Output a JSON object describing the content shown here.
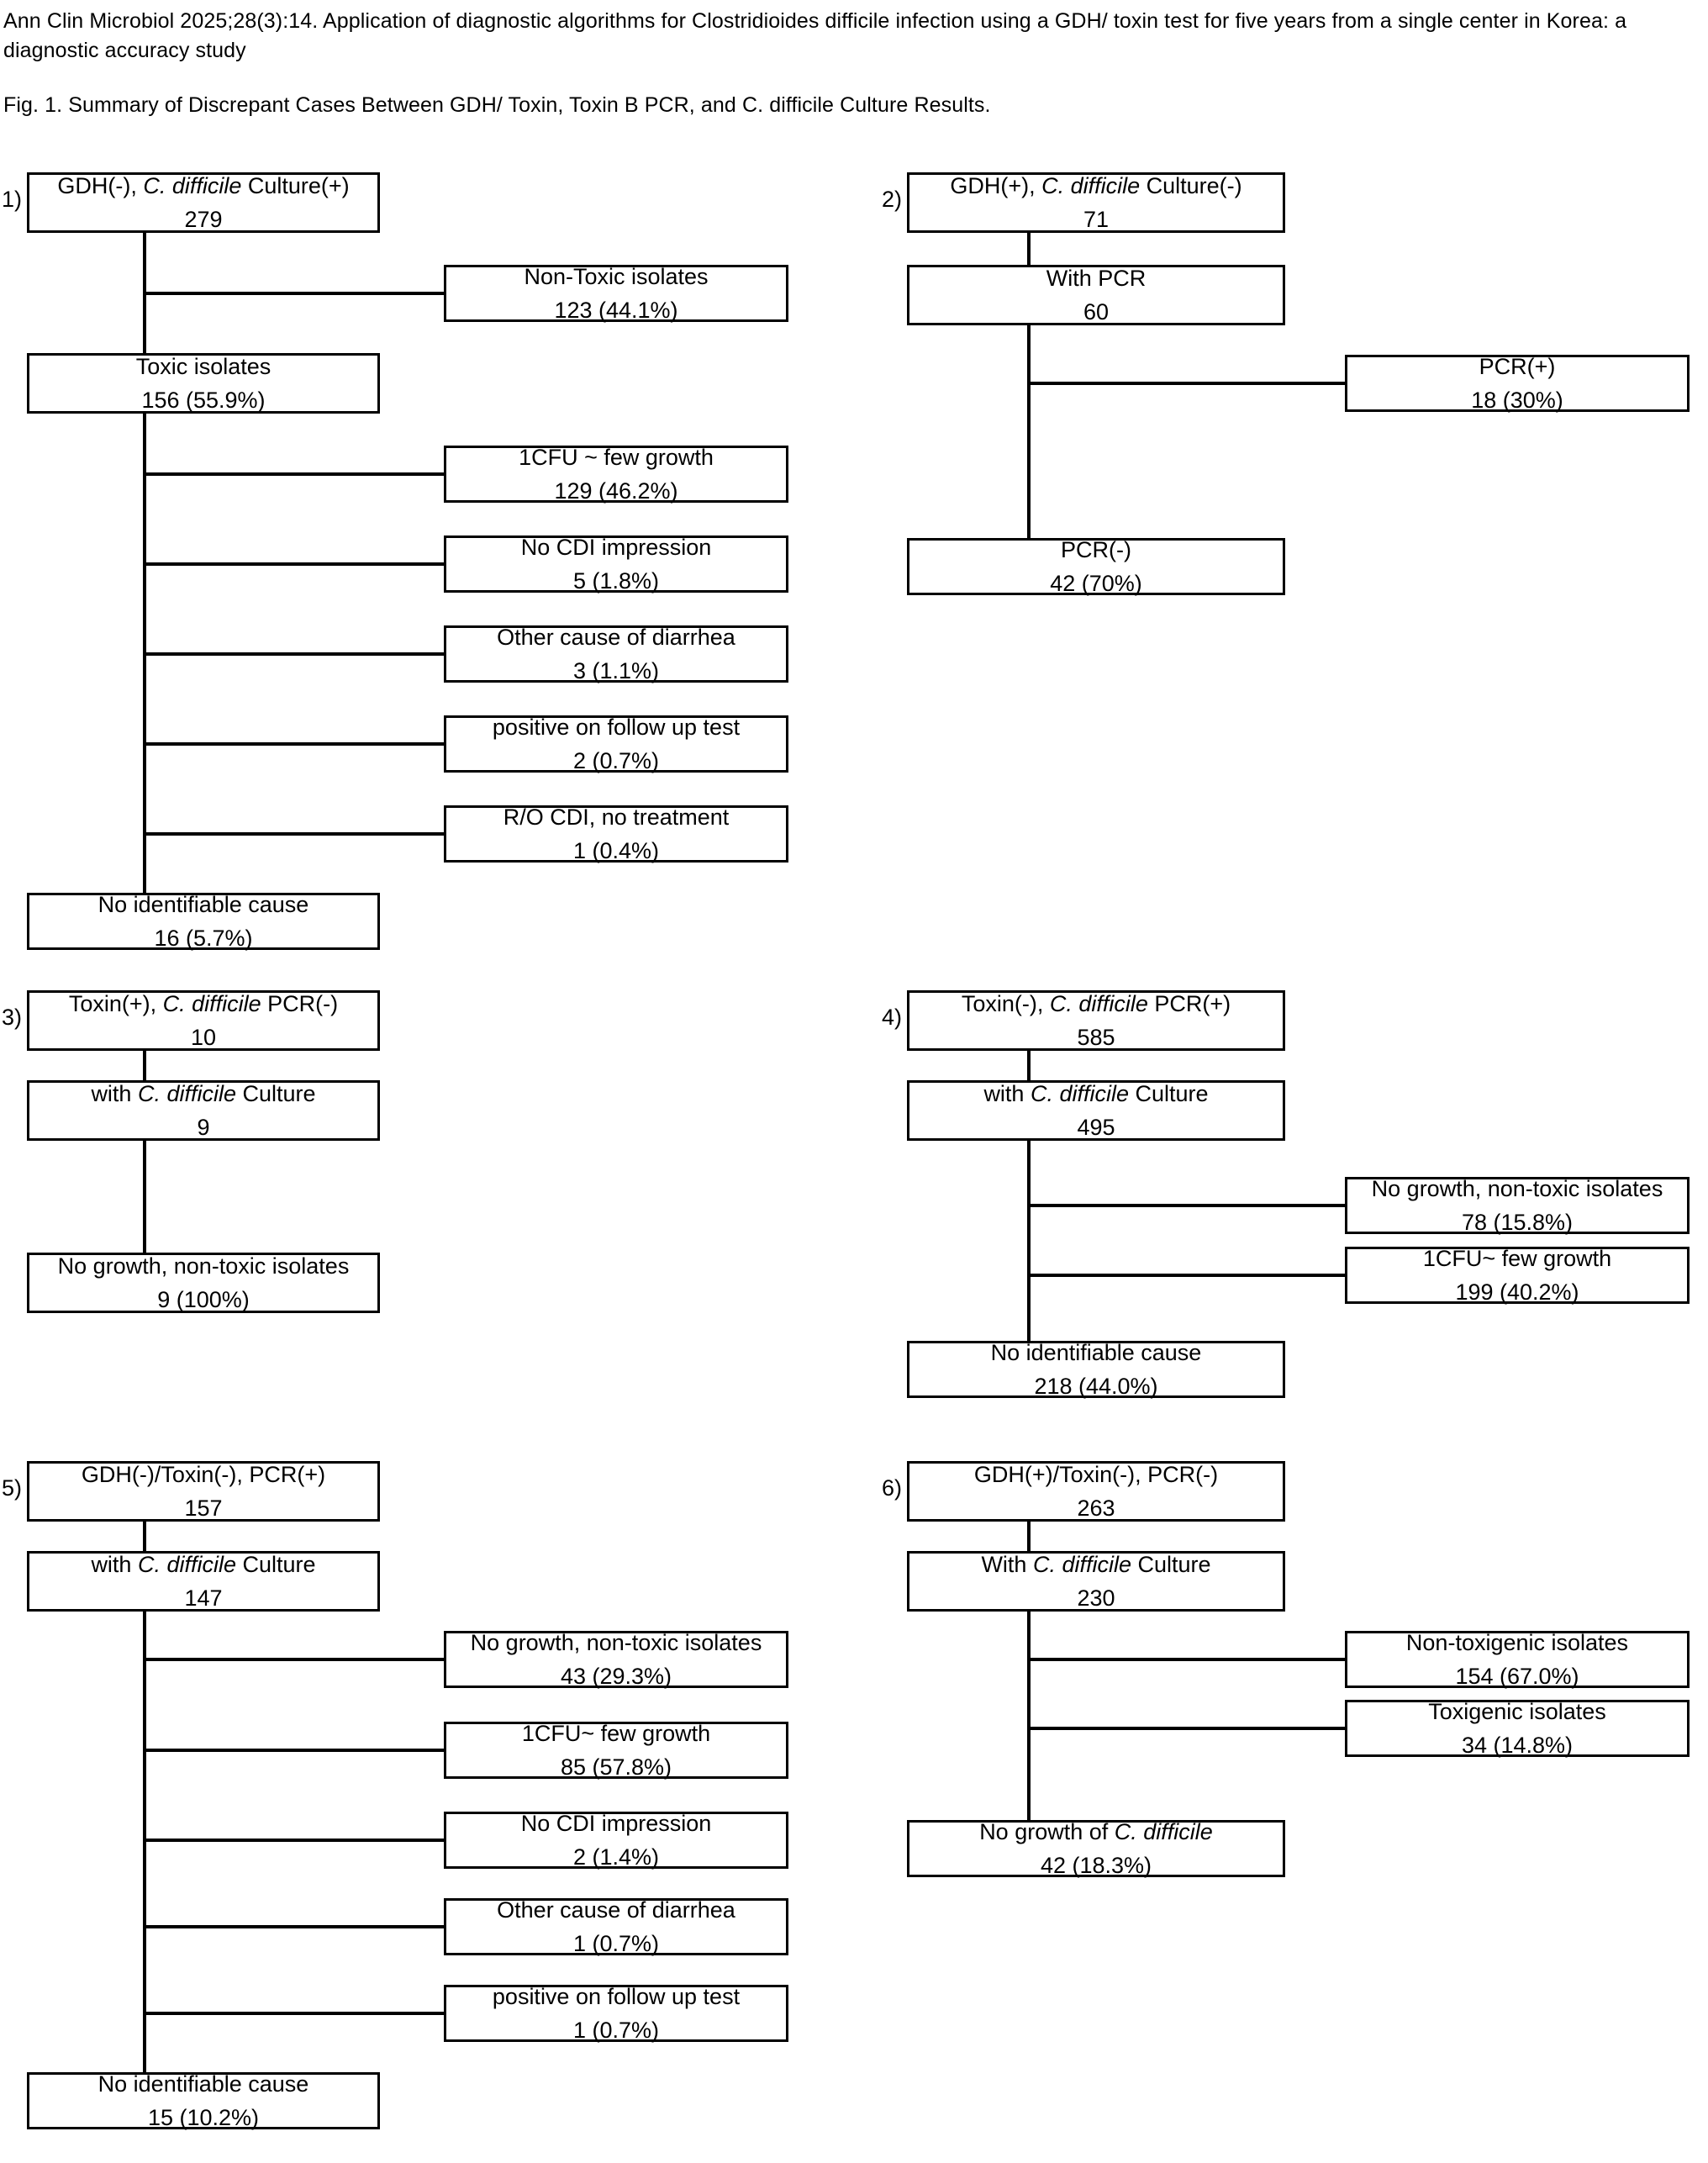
{
  "header": {
    "citation": "Ann Clin Microbiol 2025;28(3):14. Application of diagnostic algorithms for Clostridioides difficile infection using a GDH/ toxin test for five years from a single center in Korea: a diagnostic accuracy study",
    "figure_caption": "Fig. 1. Summary of Discrepant Cases Between GDH/ Toxin, Toxin B PCR, and C. difficile Culture Results."
  },
  "sections": [
    {
      "index": "1)",
      "root": {
        "title_pre": "GDH(-), ",
        "title_italic": "C. difficile",
        "title_post": " Culture(+)",
        "value": "279"
      },
      "nodes": [
        {
          "label": "Non-Toxic isolates",
          "value": "123 (44.1%)"
        },
        {
          "label": "Toxic isolates",
          "value": "156 (55.9%)"
        },
        {
          "label": "1CFU ~ few growth",
          "value": "129 (46.2%)"
        },
        {
          "label": "No CDI impression",
          "value": "5 (1.8%)"
        },
        {
          "label": "Other cause of diarrhea",
          "value": "3 (1.1%)"
        },
        {
          "label": "positive on follow up test",
          "value": "2 (0.7%)"
        },
        {
          "label": "R/O CDI, no treatment",
          "value": "1 (0.4%)"
        },
        {
          "label": "No identifiable cause",
          "value": "16 (5.7%)"
        }
      ]
    },
    {
      "index": "2)",
      "root": {
        "title_pre": "GDH(+), ",
        "title_italic": "C. difficile",
        "title_post": " Culture(-)",
        "value": "71"
      },
      "nodes": [
        {
          "label": "With PCR",
          "value": "60"
        },
        {
          "label": "PCR(+)",
          "value": "18 (30%)"
        },
        {
          "label": "PCR(-)",
          "value": "42 (70%)"
        }
      ]
    },
    {
      "index": "3)",
      "root": {
        "title_pre": "Toxin(+), ",
        "title_italic": "C. difficile",
        "title_post": " PCR(-)",
        "value": "10"
      },
      "nodes": [
        {
          "label_pre": "with ",
          "label_italic": "C. difficile",
          "label_post": " Culture",
          "value": "9"
        },
        {
          "label": "No growth, non-toxic isolates",
          "value": "9 (100%)"
        }
      ]
    },
    {
      "index": "4)",
      "root": {
        "title_pre": "Toxin(-), ",
        "title_italic": "C. difficile",
        "title_post": " PCR(+)",
        "value": "585"
      },
      "nodes": [
        {
          "label_pre": "with ",
          "label_italic": "C. difficile",
          "label_post": " Culture",
          "value": "495"
        },
        {
          "label": "No growth, non-toxic isolates",
          "value": "78 (15.8%)"
        },
        {
          "label": "1CFU~ few growth",
          "value": "199 (40.2%)"
        },
        {
          "label": "No identifiable cause",
          "value": "218 (44.0%)"
        }
      ]
    },
    {
      "index": "5)",
      "root": {
        "title_pre": "GDH(-)/Toxin(-), PCR(+)",
        "title_italic": "",
        "title_post": "",
        "value": "157"
      },
      "nodes": [
        {
          "label_pre": "with ",
          "label_italic": "C. difficile",
          "label_post": " Culture",
          "value": "147"
        },
        {
          "label": "No growth, non-toxic isolates",
          "value": "43 (29.3%)"
        },
        {
          "label": "1CFU~ few growth",
          "value": "85 (57.8%)"
        },
        {
          "label": "No CDI impression",
          "value": "2 (1.4%)"
        },
        {
          "label": "Other cause of diarrhea",
          "value": "1 (0.7%)"
        },
        {
          "label": "positive on follow up test",
          "value": "1 (0.7%)"
        },
        {
          "label": "No identifiable cause",
          "value": "15 (10.2%)"
        }
      ]
    },
    {
      "index": "6)",
      "root": {
        "title_pre": "GDH(+)/Toxin(-), PCR(-)",
        "title_italic": "",
        "title_post": "",
        "value": "263"
      },
      "nodes": [
        {
          "label_pre": "With ",
          "label_italic": "C. difficile",
          "label_post": " Culture",
          "value": "230"
        },
        {
          "label": "Non-toxigenic isolates",
          "value": "154 (67.0%)"
        },
        {
          "label": "Toxigenic isolates",
          "value": "34 (14.8%)"
        },
        {
          "label_pre": "No growth of ",
          "label_italic": "C. difficile",
          "label_post": "",
          "value": "42 (18.3%)"
        }
      ]
    }
  ],
  "colors": {
    "ink": "#000000",
    "paper": "#ffffff"
  }
}
